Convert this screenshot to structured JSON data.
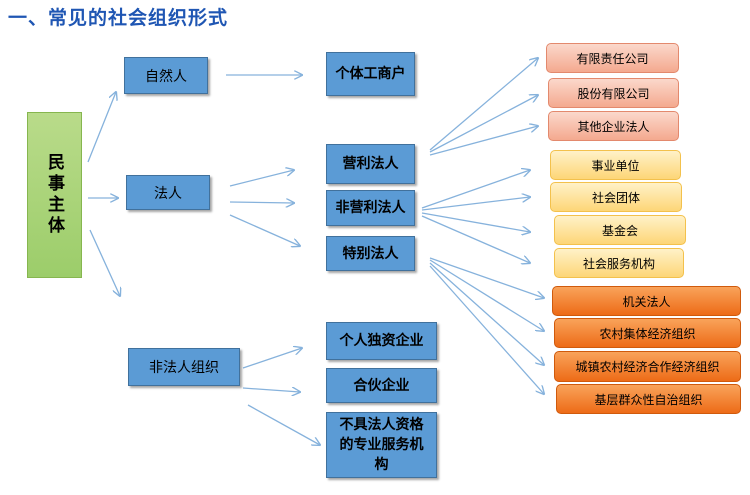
{
  "title": "一、常见的社会组织形式",
  "root": "民事主体",
  "level1": {
    "natural_person": "自然人",
    "legal_person": "法人",
    "non_legal_org": "非法人组织"
  },
  "natural_person_children": {
    "individual_business": "个体工商户"
  },
  "legal_person_children": {
    "for_profit": "营利法人",
    "non_profit": "非营利法人",
    "special": "特别法人"
  },
  "non_legal_children": {
    "sole_proprietorship": "个人独资企业",
    "partnership": "合伙企业",
    "professional_service": "不具法人资格的专业服务机构"
  },
  "for_profit_children": [
    "有限责任公司",
    "股份有限公司",
    "其他企业法人"
  ],
  "non_profit_children": [
    "事业单位",
    "社会团体",
    "基金会",
    "社会服务机构"
  ],
  "special_children": [
    "机关法人",
    "农村集体经济组织",
    "城镇农村经济合作经济组织",
    "基层群众性自治组织"
  ],
  "colors": {
    "title": "#1f56b3",
    "root": "#9ccd6a",
    "blue_box": "#5b9bd5",
    "for_profit_leaf": "#f4a98f",
    "non_profit_leaf": "#fdd677",
    "special_leaf": "#ed6b17",
    "arrow": "#86b2dc"
  }
}
